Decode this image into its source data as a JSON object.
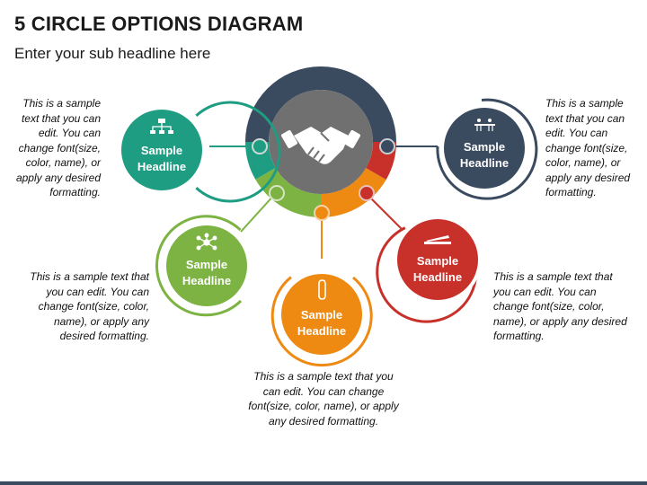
{
  "header": {
    "title": "5 CIRCLE OPTIONS DIAGRAM",
    "subtitle": "Enter your sub headline here"
  },
  "center": {
    "icon": "handshake-icon"
  },
  "options": [
    {
      "id": "teal",
      "color": "#1e9d82",
      "icon": "org-chart-icon",
      "headline_1": "Sample",
      "headline_2": "Headline",
      "text": "This is a sample text that you can edit. You can change font(size, color, name), or apply any desired formatting."
    },
    {
      "id": "green",
      "color": "#7cb342",
      "icon": "network-icon",
      "headline_1": "Sample",
      "headline_2": "Headline",
      "text": "This is a sample text that you can edit. You can change font(size, color, name), or apply any desired formatting."
    },
    {
      "id": "orange",
      "color": "#ee8a12",
      "icon": "paperclip-icon",
      "headline_1": "Sample",
      "headline_2": "Headline",
      "text": "This is a sample text that you can edit. You can change font(size, color, name), or apply any desired formatting."
    },
    {
      "id": "red",
      "color": "#c8302a",
      "icon": "stapler-icon",
      "headline_1": "Sample",
      "headline_2": "Headline",
      "text": "This is a sample text that you can edit. You can change font(size, color, name), or apply any desired formatting."
    },
    {
      "id": "navy",
      "color": "#3a4a5f",
      "icon": "meeting-icon",
      "headline_1": "Sample",
      "headline_2": "Headline",
      "text": "This is a sample text that you can edit. You can change font(size, color, name), or apply any desired formatting."
    }
  ]
}
